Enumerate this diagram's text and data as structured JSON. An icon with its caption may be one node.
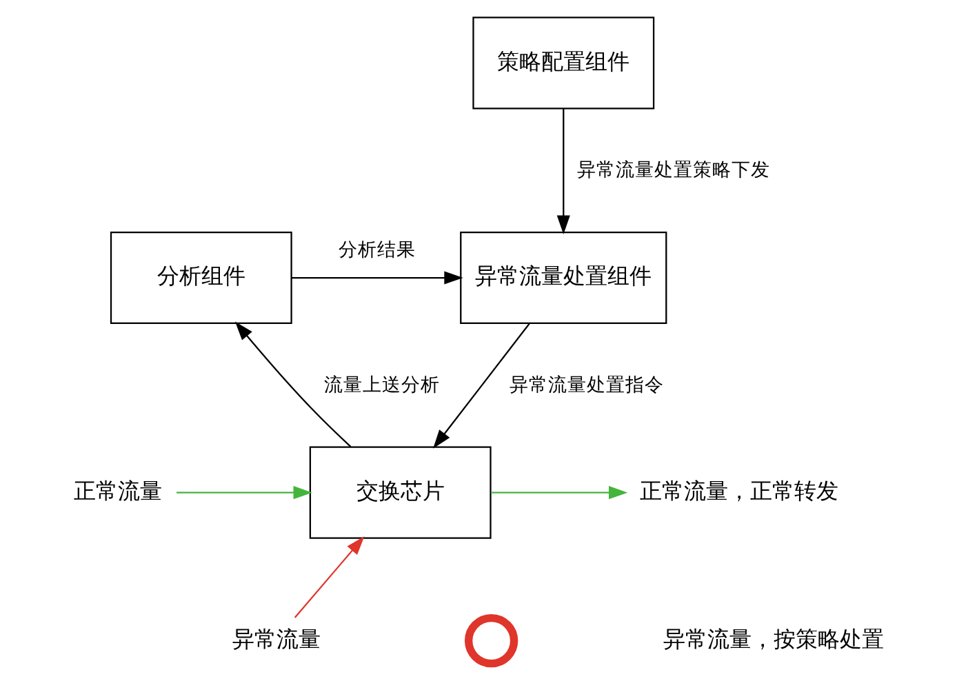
{
  "diagram": {
    "nodes": [
      {
        "text": [
          "策略配置组件"
        ]
      },
      {
        "text": [
          "分析组件"
        ]
      },
      {
        "text": [
          "异常流量处置组件"
        ]
      },
      {
        "text": [
          "交换芯片"
        ]
      },
      {
        "text": [
          "正常流量"
        ]
      },
      {
        "text": [
          "异常流量"
        ]
      },
      {
        "text": [
          "正常流量，正常转发"
        ]
      },
      {
        "text": [],
        "shape": "circle"
      }
    ],
    "edges": [
      {
        "from": 0,
        "to": 2,
        "arrow": "to",
        "label": "异常流量处置策略下发"
      },
      {
        "from": 1,
        "to": 2,
        "arrow": "to",
        "label": "分析结果"
      },
      {
        "from": 3,
        "to": 1,
        "arrow": "to",
        "label": "流量上送分析"
      },
      {
        "from": 2,
        "to": 3,
        "arrow": "to",
        "label": "异常流量处置指令"
      },
      {
        "from": 4,
        "to": 3,
        "arrow": "to",
        "color": "#44b53c"
      },
      {
        "from": 5,
        "to": 3,
        "arrow": "to",
        "color": "#e0352b"
      },
      {
        "from": 3,
        "to": 6,
        "arrow": "to",
        "color": "#44b53c"
      }
    ],
    "labels": [
      "异常流量，按策略处置"
    ]
  }
}
